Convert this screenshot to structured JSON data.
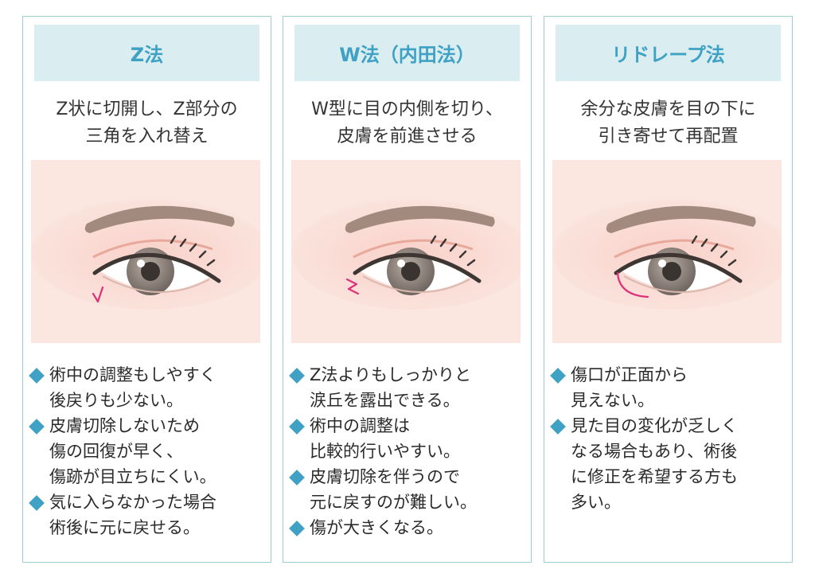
{
  "cards": [
    {
      "title": "Z法",
      "desc": [
        "Z状に切開し、Z部分の",
        "三角を入れ替え"
      ],
      "incision_icon": "z-incision-icon",
      "points": [
        {
          "lines": [
            "術中の調整もしやすく",
            "後戻りも少ない。"
          ]
        },
        {
          "lines": [
            "皮膚切除しないため",
            "傷の回復が早く、",
            "傷跡が目立ちにくい。"
          ]
        },
        {
          "lines": [
            "気に入らなかった場合",
            "術後に元に戻せる。"
          ]
        }
      ]
    },
    {
      "title": "W法（内田法）",
      "desc": [
        "W型に目の内側を切り、",
        "皮膚を前進させる"
      ],
      "incision_icon": "w-incision-icon",
      "points": [
        {
          "lines": [
            "Z法よりもしっかりと",
            "涙丘を露出できる。"
          ]
        },
        {
          "lines": [
            "術中の調整は",
            "比較的行いやすい。"
          ]
        },
        {
          "lines": [
            "皮膚切除を伴うので",
            "元に戻すのが難しい。"
          ]
        },
        {
          "lines": [
            "傷が大きくなる。"
          ]
        }
      ]
    },
    {
      "title": "リドレープ法",
      "desc": [
        "余分な皮膚を目の下に",
        "引き寄せて再配置"
      ],
      "incision_icon": "redrape-incision-icon",
      "points": [
        {
          "lines": [
            "傷口が正面から",
            "見えない。"
          ]
        },
        {
          "lines": [
            "見た目の変化が乏しく",
            "なる場合もあり、術後",
            "に修正を希望する方も",
            "多い。"
          ]
        }
      ]
    }
  ],
  "colors": {
    "title_bg": "#daeef2",
    "title_text": "#3fa1c3",
    "border": "#9fcfcf",
    "bullet": "#3fa1c3",
    "incision": "#e0307a",
    "skin": "#fbe7e0"
  }
}
